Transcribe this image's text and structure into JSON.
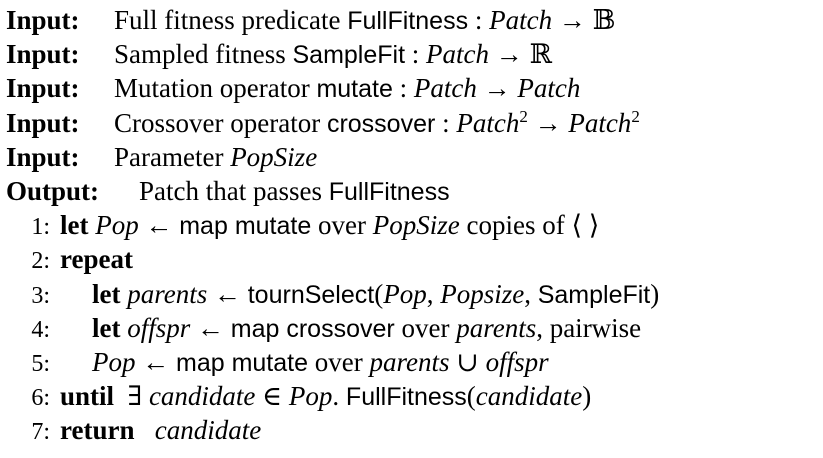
{
  "inputs": [
    {
      "label": "Input:",
      "desc": "Full fitness predicate",
      "fn": "FullFitness",
      "sig_colon": " : ",
      "sig_dom": "Patch",
      "arrow": " → ",
      "sig_cod": "𝔹",
      "sup_dom": "",
      "sup_cod": ""
    },
    {
      "label": "Input:",
      "desc": "Sampled fitness",
      "fn": "SampleFit",
      "sig_colon": " : ",
      "sig_dom": "Patch",
      "arrow": " → ",
      "sig_cod": "ℝ",
      "sup_dom": "",
      "sup_cod": ""
    },
    {
      "label": "Input:",
      "desc": "Mutation operator",
      "fn": "mutate",
      "sig_colon": " : ",
      "sig_dom": "Patch",
      "arrow": " → ",
      "sig_cod": "Patch",
      "sup_dom": "",
      "sup_cod": ""
    },
    {
      "label": "Input:",
      "desc": "Crossover operator",
      "fn": "crossover",
      "sig_colon": " : ",
      "sig_dom": "Patch",
      "arrow": " → ",
      "sig_cod": "Patch",
      "sup_dom": "2",
      "sup_cod": "2"
    }
  ],
  "param": {
    "label": "Input:",
    "desc": "Parameter",
    "name": "PopSize"
  },
  "output": {
    "label": "Output:",
    "desc": "Patch that passes",
    "fn": "FullFitness"
  },
  "steps": {
    "s1": {
      "num": "1:",
      "kw": "let",
      "var": "Pop",
      "arrow": " ← ",
      "op1": "map mutate",
      "t1": " over ",
      "param": "PopSize",
      "t2": " copies of ⟨ ⟩"
    },
    "s2": {
      "num": "2:",
      "kw": "repeat"
    },
    "s3": {
      "num": "3:",
      "kw": "let",
      "var": "parents",
      "arrow": " ← ",
      "fn": "tournSelect",
      "open": "(",
      "a1": "Pop",
      "c1": ", ",
      "a2": "Popsize",
      "c2": ", ",
      "a3": "SampleFit",
      "close": ")"
    },
    "s4": {
      "num": "4:",
      "kw": "let",
      "var": "offspr",
      "arrow": " ← ",
      "op": "map crossover",
      "t1": " over ",
      "arg": "parents",
      "t2": ", pairwise"
    },
    "s5": {
      "num": "5:",
      "var": "Pop",
      "arrow": " ← ",
      "op": "map mutate",
      "t1": " over ",
      "a1": "parents",
      "union": " ∪ ",
      "a2": "offspr"
    },
    "s6": {
      "num": "6:",
      "kw": "until",
      "exists": "  ∃ ",
      "var": "candidate",
      "in": " ∈ ",
      "set": "Pop",
      "dot": ". ",
      "fn": "FullFitness",
      "open": "(",
      "arg": "candidate",
      "close": ")"
    },
    "s7": {
      "num": "7:",
      "kw": "return",
      "gap": "   ",
      "var": "candidate"
    }
  }
}
